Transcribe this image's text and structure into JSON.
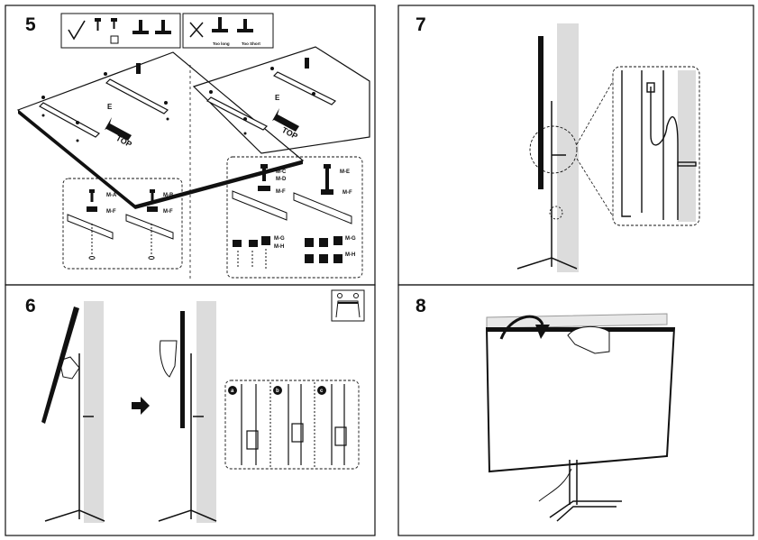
{
  "steps": {
    "s5": "5",
    "s6": "6",
    "s7": "7",
    "s8": "8"
  },
  "step5": {
    "too_long": "Too long",
    "too_short": "Too Short",
    "part_e": "E",
    "top_arrow": "TOP",
    "inset_left": {
      "ma": "M-A",
      "mb": "M-B",
      "mf1": "M-F",
      "mf2": "M-F"
    },
    "inset_right": {
      "mc": "M-C",
      "md": "M-D",
      "mf1": "M-F",
      "me": "M-E",
      "mf2": "M-F",
      "mg1": "M-G",
      "mh1": "M-H",
      "mg2": "M-G",
      "mh2": "M-H"
    }
  },
  "step6": {
    "option_a": "a",
    "option_b": "b",
    "option_c": "c"
  },
  "icons": {
    "check": "check-icon",
    "cross": "cross-icon",
    "two_person": "two-person-lift-icon",
    "arrow": "arrow-right-icon",
    "rotate": "rotate-arrow-icon"
  },
  "colors": {
    "line": "#111111",
    "wall": "#dcdcdc",
    "screen_back": "#e8e8e8"
  }
}
